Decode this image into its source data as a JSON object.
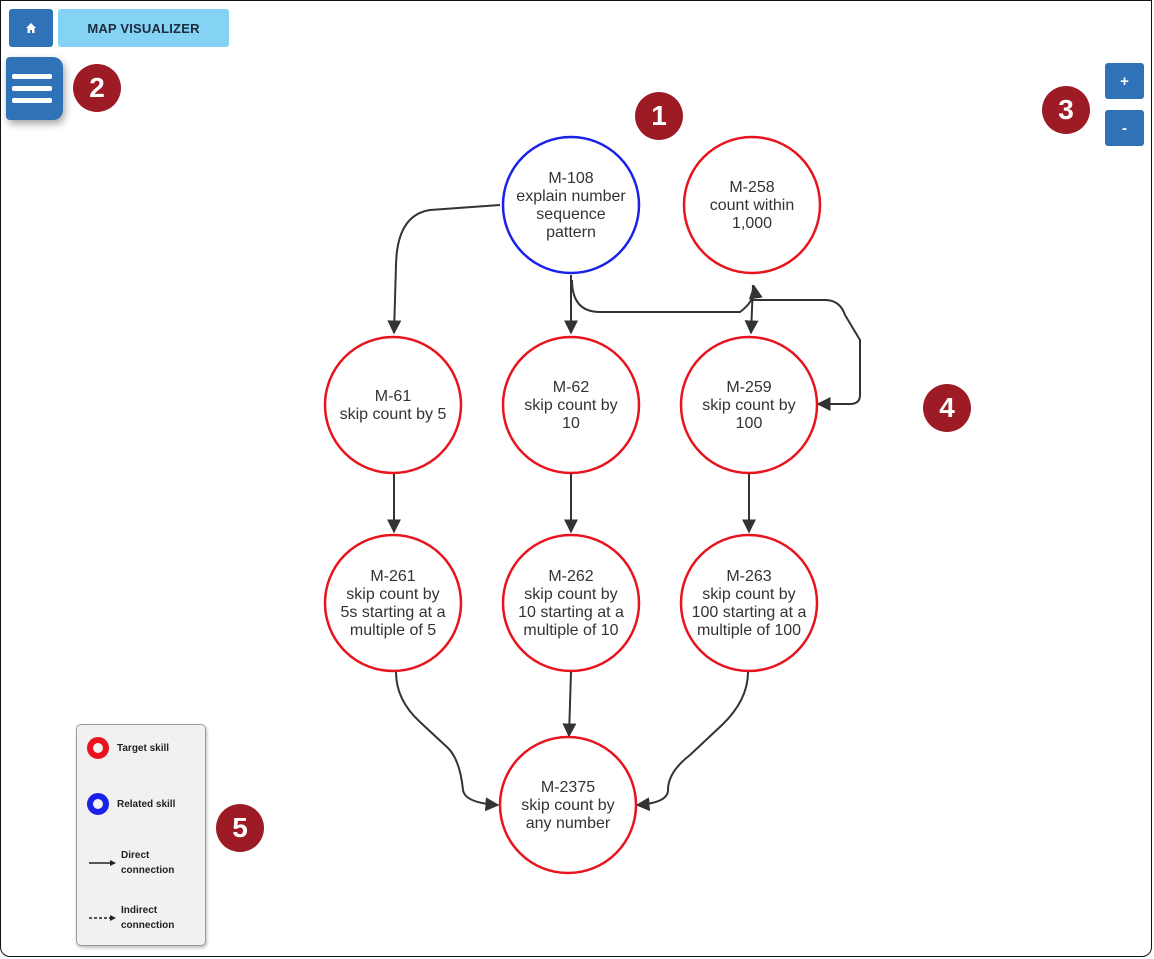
{
  "header": {
    "home_icon": "home-icon",
    "title": "MAP VISUALIZER"
  },
  "menu": {
    "icon": "hamburger-menu-icon"
  },
  "zoom": {
    "in_label": "+",
    "out_label": "-"
  },
  "callouts": [
    "1",
    "2",
    "3",
    "4",
    "5"
  ],
  "colors": {
    "target": "#e8131c",
    "related": "#1b22e8",
    "edge": "#333333",
    "button": "#2f72b8",
    "callout": "#9c1b24"
  },
  "nodes": [
    {
      "id": "M-108",
      "lines": [
        "M-108",
        "explain number",
        "sequence",
        "pattern"
      ],
      "type": "related"
    },
    {
      "id": "M-258",
      "lines": [
        "M-258",
        "count within",
        "1,000"
      ],
      "type": "target"
    },
    {
      "id": "M-61",
      "lines": [
        "M-61",
        "skip count by 5"
      ],
      "type": "target"
    },
    {
      "id": "M-62",
      "lines": [
        "M-62",
        "skip count by",
        "10"
      ],
      "type": "target"
    },
    {
      "id": "M-259",
      "lines": [
        "M-259",
        "skip count by",
        "100"
      ],
      "type": "target"
    },
    {
      "id": "M-261",
      "lines": [
        "M-261",
        "skip count by",
        "5s starting at a",
        "multiple of 5"
      ],
      "type": "target"
    },
    {
      "id": "M-262",
      "lines": [
        "M-262",
        "skip count by",
        "10 starting at a",
        "multiple of 10"
      ],
      "type": "target"
    },
    {
      "id": "M-263",
      "lines": [
        "M-263",
        "skip count by",
        "100 starting at a",
        "multiple of 100"
      ],
      "type": "target"
    },
    {
      "id": "M-2375",
      "lines": [
        "M-2375",
        "skip count by",
        "any number"
      ],
      "type": "target"
    }
  ],
  "legend": {
    "target_label": "Target skill",
    "related_label": "Related skill",
    "direct_label": "Direct connection",
    "indirect_label": "Indirect connection"
  }
}
